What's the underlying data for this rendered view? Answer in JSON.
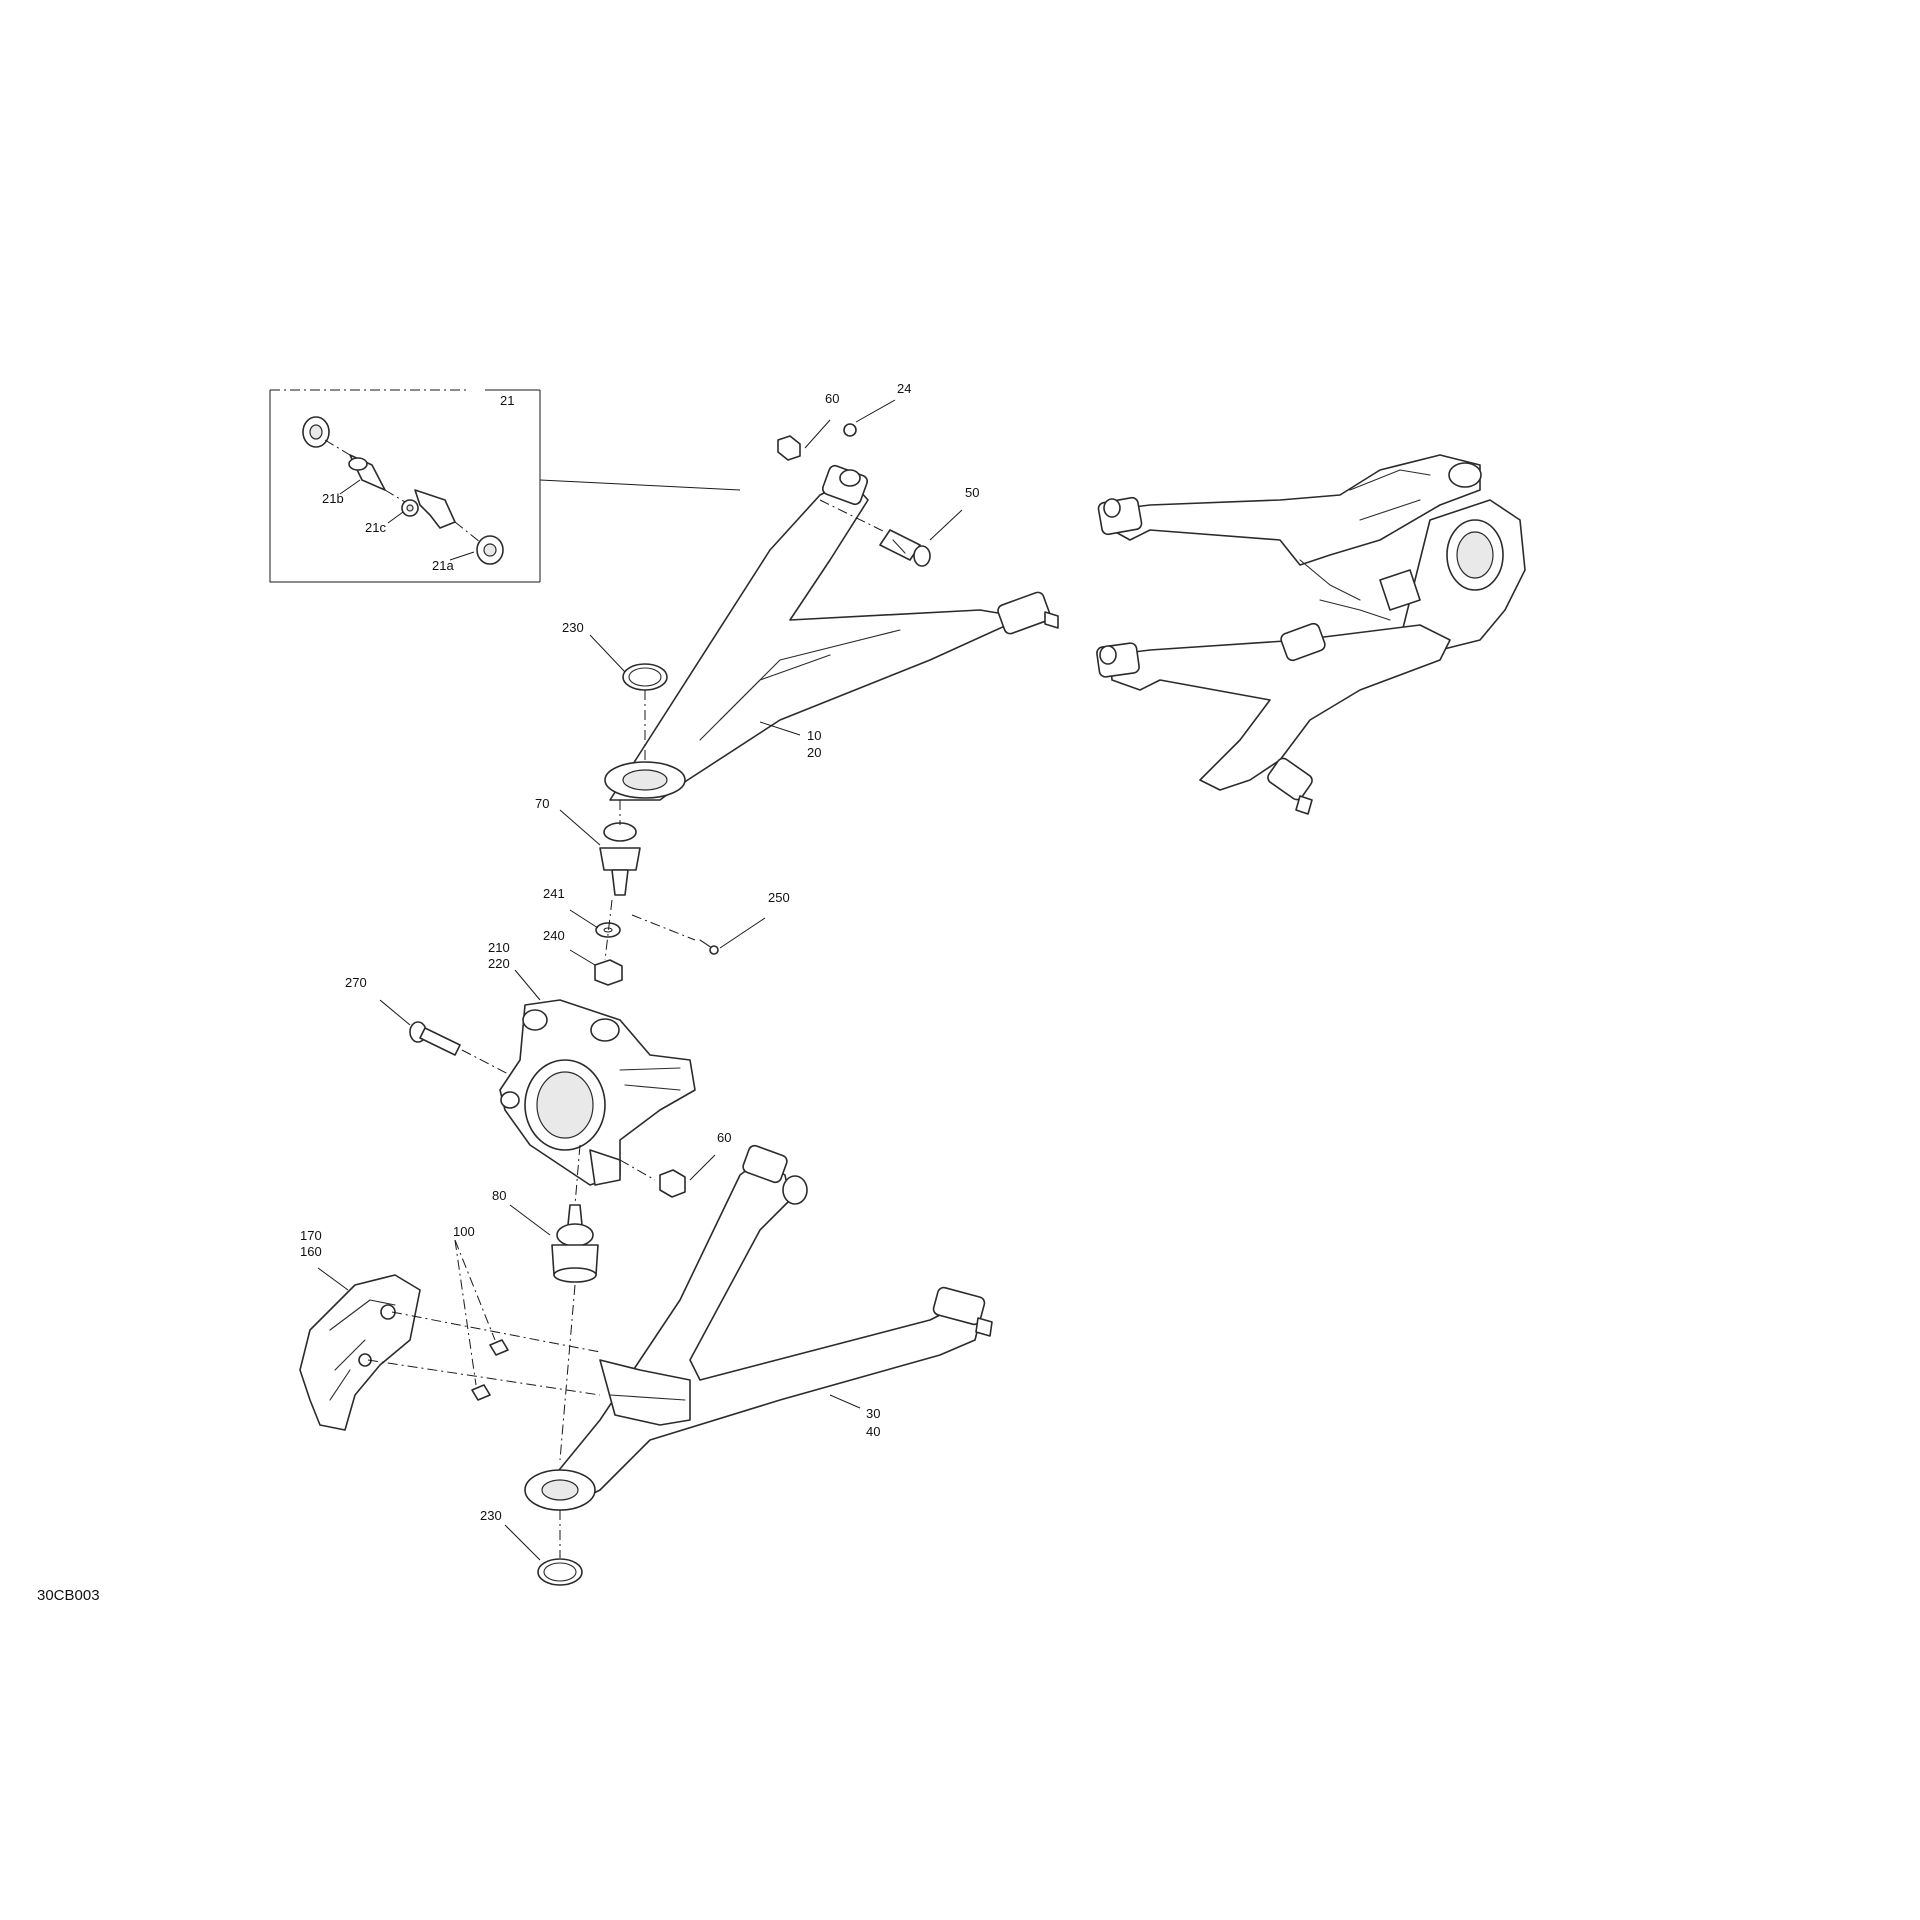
{
  "figure_ref": "30CB003",
  "callouts": {
    "c21": "21",
    "c21a": "21a",
    "c21b": "21b",
    "c21c": "21c",
    "c24": "24",
    "c60_top": "60",
    "c50": "50",
    "c230_top": "230",
    "c10": "10",
    "c20": "20",
    "c70": "70",
    "c241": "241",
    "c240": "240",
    "c250": "250",
    "c210": "210",
    "c220": "220",
    "c270": "270",
    "c60_mid": "60",
    "c80": "80",
    "c170": "170",
    "c160": "160",
    "c100": "100",
    "c30": "30",
    "c40": "40",
    "c230_bottom": "230"
  }
}
